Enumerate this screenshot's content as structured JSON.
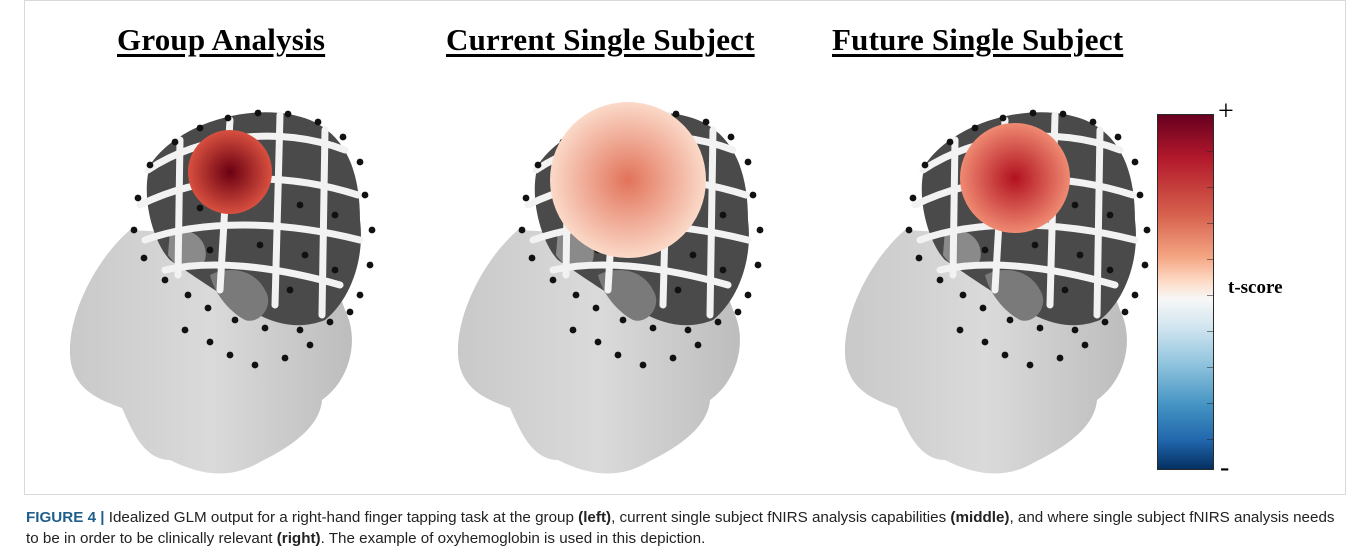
{
  "panels": [
    {
      "title": "Group Analysis"
    },
    {
      "title": "Current Single Subject"
    },
    {
      "title": "Future Single Subject"
    }
  ],
  "colorbar": {
    "top_label": "+",
    "middle_label": "t-score",
    "bottom_label": "-",
    "colormap": "red-white-blue diverging"
  },
  "activation_colors": {
    "group_core": "#6b0012",
    "group_edge": "#d8503f",
    "current_core": "#e2735a",
    "current_edge": "#fbd9c8",
    "future_core": "#b2111f",
    "future_edge": "#ef8a72"
  },
  "caption": {
    "label": "FIGURE 4 |",
    "text_1": " Idealized GLM output for a right-hand finger tapping task at the group ",
    "bold_1": "(left)",
    "text_2": ", current single subject fNIRS analysis capabilities ",
    "bold_2": "(middle)",
    "text_3": ", and where single subject fNIRS analysis needs to be in order to be clinically relevant ",
    "bold_3": "(right)",
    "text_4": ". The example of oxyhemoglobin is used in this depiction."
  }
}
